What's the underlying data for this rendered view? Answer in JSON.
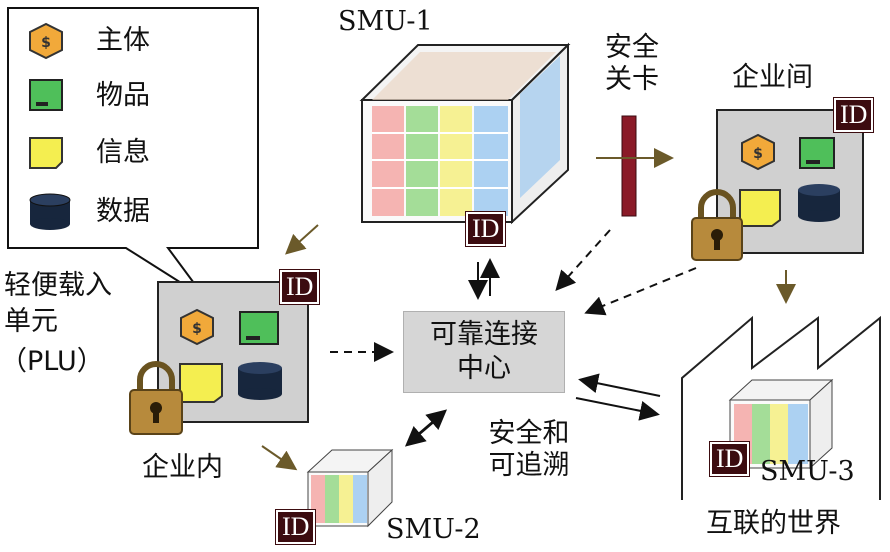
{
  "legend": {
    "items": [
      {
        "label": "主体",
        "icon": "shield-dollar-icon"
      },
      {
        "label": "物品",
        "icon": "green-box-icon"
      },
      {
        "label": "信息",
        "icon": "yellow-note-icon"
      },
      {
        "label": "数据",
        "icon": "database-icon"
      }
    ]
  },
  "nodes": {
    "smu1": {
      "label": "SMU-1",
      "id": "ID"
    },
    "smu2": {
      "label": "SMU-2",
      "id": "ID"
    },
    "smu3": {
      "label": "SMU-3",
      "id": "ID"
    },
    "plu": {
      "label_line1": "轻便载入",
      "label_line2": "单元",
      "label_line3": "（PLU）",
      "id": "ID"
    },
    "enterprise_between": {
      "label": "企业间",
      "id": "ID"
    },
    "enterprise_within": {
      "label": "企业内"
    },
    "security_gate": {
      "line1": "安全",
      "line2": "关卡"
    },
    "hub": {
      "line1": "可靠连接",
      "line2": "中心"
    },
    "secure_trace": {
      "line1": "安全和",
      "line2": "可追溯"
    },
    "connected_world": {
      "label": "互联的世界"
    }
  },
  "colors": {
    "panel": "#d0d0d0",
    "id_badge": "#3c0c10",
    "gate": "#8a1a28",
    "arrow_olive": "#6b5a2a",
    "cube_red": "#f4a3a0",
    "cube_green": "#8fd67f",
    "cube_yellow": "#f4ee80",
    "cube_blue": "#9ec9f0"
  }
}
